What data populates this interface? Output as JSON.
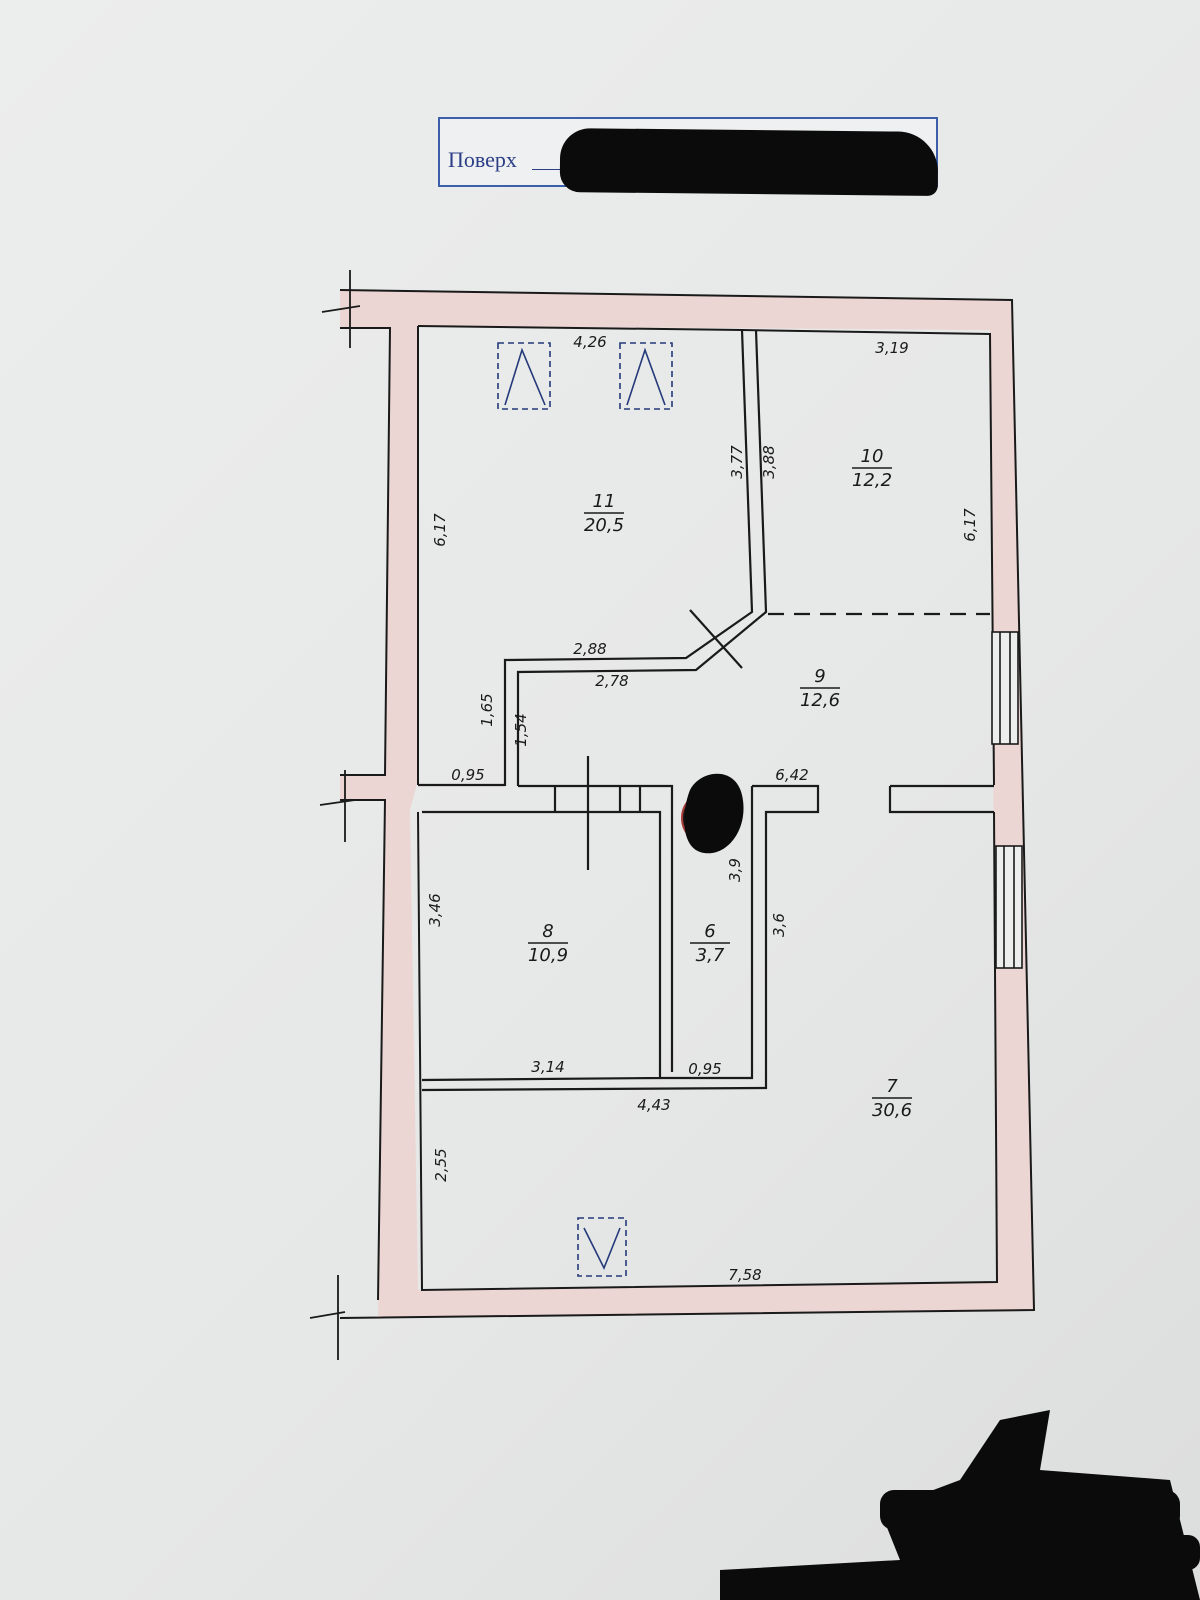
{
  "header": {
    "floor_label": "Поверх"
  },
  "rooms": [
    {
      "id": "11",
      "area": "20,5"
    },
    {
      "id": "10",
      "area": "12,2"
    },
    {
      "id": "9",
      "area": "12,6"
    },
    {
      "id": "8",
      "area": "10,9"
    },
    {
      "id": "6",
      "area": "3,7"
    },
    {
      "id": "7",
      "area": "30,6"
    }
  ],
  "dimensions": {
    "d426": "4,26",
    "d319": "3,19",
    "d377": "3,77",
    "d388": "3,88",
    "d617a": "6,17",
    "d617b": "6,17",
    "d288": "2,88",
    "d278": "2,78",
    "d165": "1,65",
    "d154": "1,54",
    "d095a": "0,95",
    "d642": "6,42",
    "d39": "3,9",
    "d346": "3,46",
    "d36": "3,6",
    "d314": "3,14",
    "d095b": "0,95",
    "d443": "4,43",
    "d255": "2,55",
    "d758": "7,58"
  },
  "colors": {
    "wall_fill": "#ecd6d3",
    "ink": "#1a1a1a",
    "header_border": "#3b5fa8",
    "redaction": "#0b0b0b"
  }
}
